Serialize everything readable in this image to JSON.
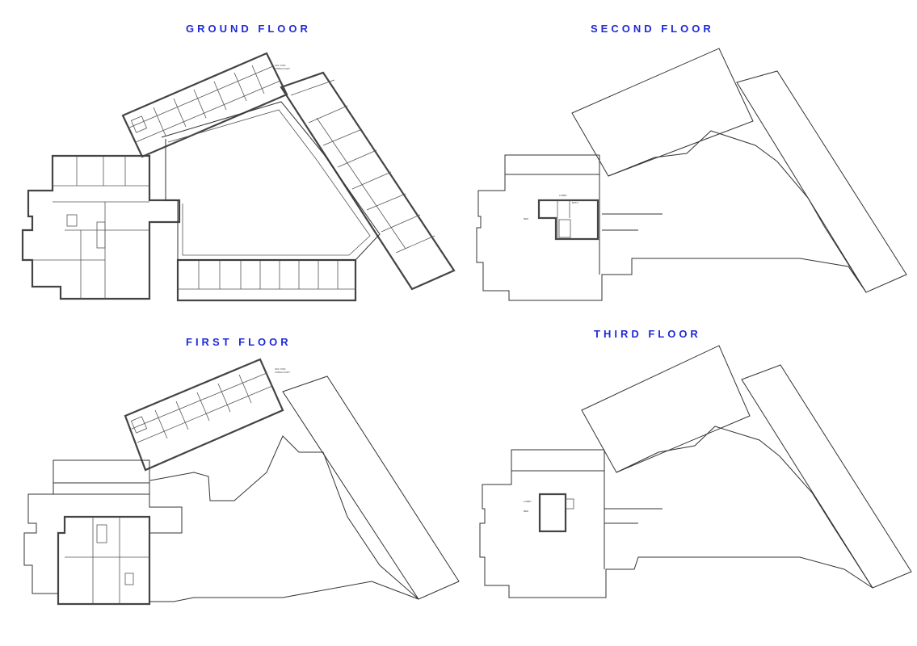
{
  "floors": {
    "ground": {
      "title": "GROUND FLOOR"
    },
    "second": {
      "title": "SECOND FLOOR"
    },
    "first": {
      "title": "FIRST FLOOR"
    },
    "third": {
      "title": "THIRD FLOOR"
    }
  },
  "colors": {
    "title": "#1f2bd6",
    "line": "#333333",
    "background": "#ffffff"
  }
}
